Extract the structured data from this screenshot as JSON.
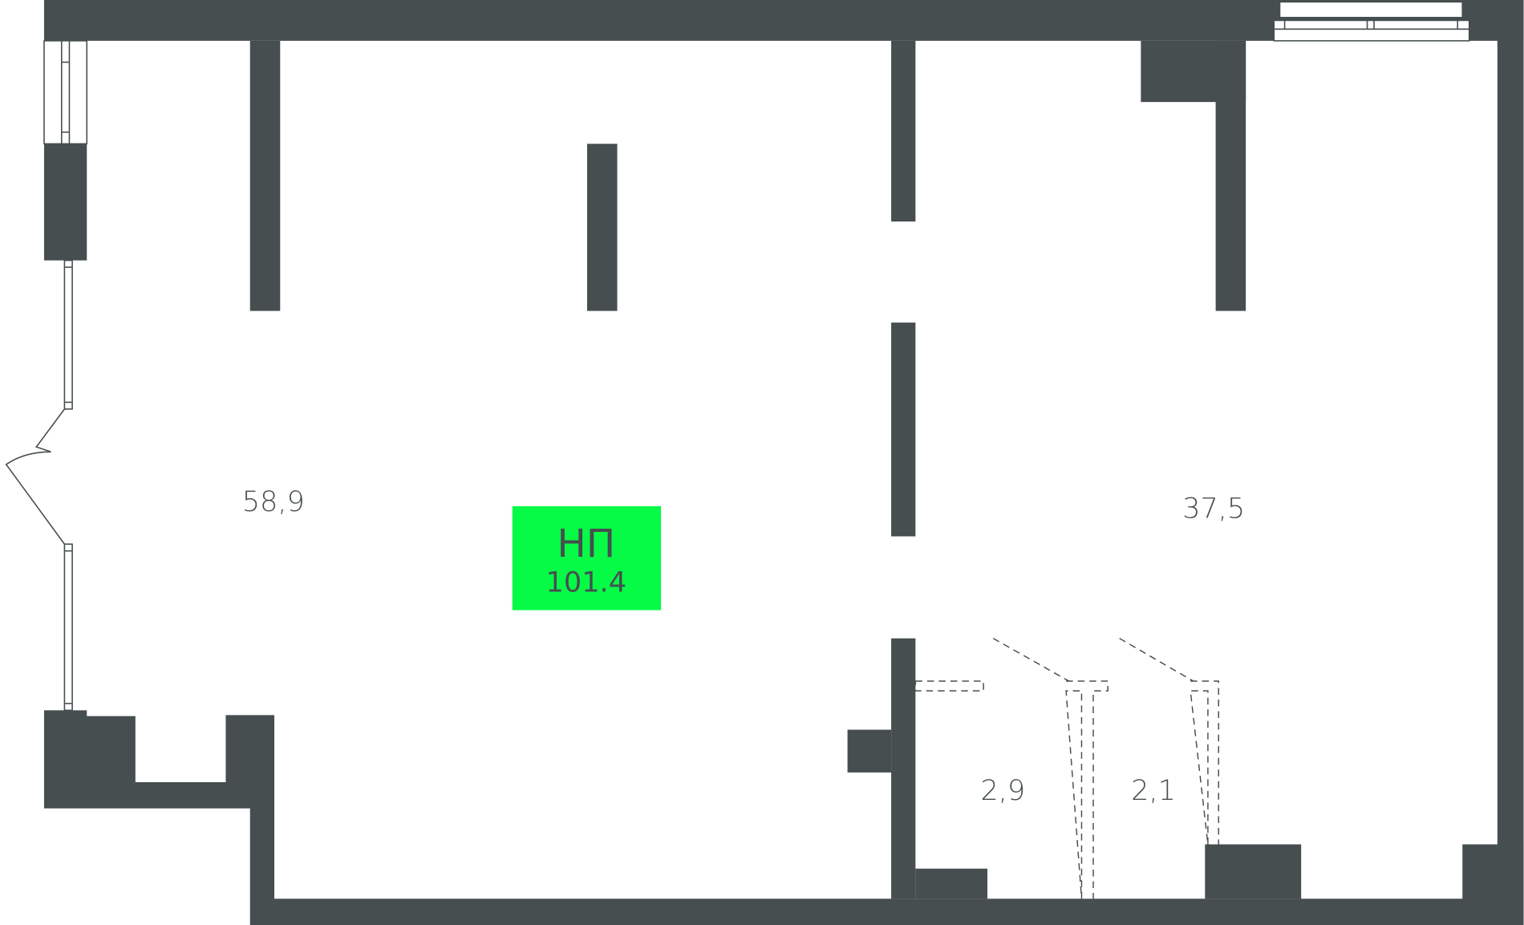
{
  "unit": {
    "type": "НП",
    "total_area": "101.4"
  },
  "rooms": [
    {
      "area": "58,9"
    },
    {
      "area": "37,5"
    },
    {
      "area": "2,9"
    },
    {
      "area": "2,1"
    }
  ],
  "colors": {
    "wall": "#464e4f",
    "highlight": "#06fb47"
  }
}
